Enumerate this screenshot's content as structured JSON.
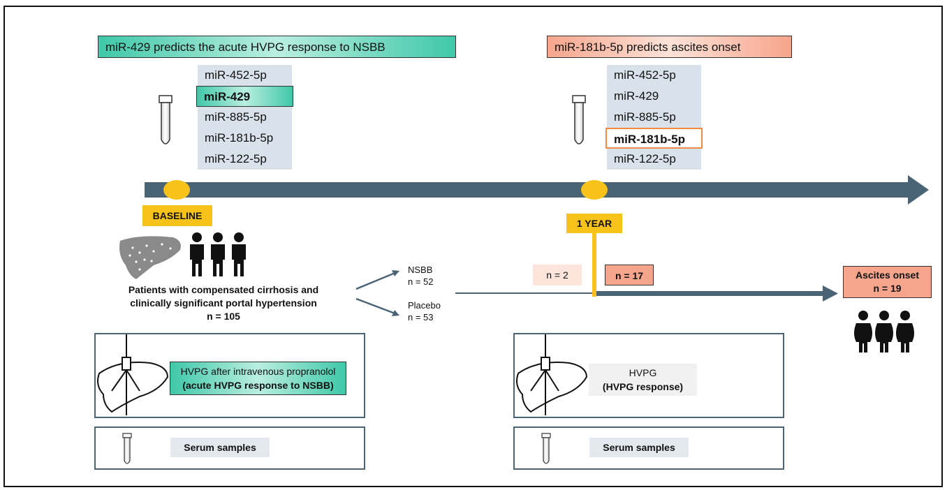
{
  "banners": {
    "left": "miR-429 predicts the acute HVPG response to NSBB",
    "right": "miR-181b-5p predicts ascites onset"
  },
  "mirnas_left": [
    "miR-452-5p",
    "miR-429",
    "miR-885-5p",
    "miR-181b-5p",
    "miR-122-5p"
  ],
  "mirnas_right": [
    "miR-452-5p",
    "miR-429",
    "miR-885-5p",
    "miR-181b-5p",
    "miR-122-5p"
  ],
  "timepoints": {
    "baseline": "BASELINE",
    "one_year": "1 YEAR"
  },
  "patients": {
    "line1": "Patients with compensated cirrhosis and",
    "line2": "clinically significant portal hypertension",
    "n": "n = 105"
  },
  "arms": {
    "nsbb_label": "NSBB",
    "nsbb_n": "n = 52",
    "placebo_label": "Placebo",
    "placebo_n": "n = 53"
  },
  "counts": {
    "before_year": "n = 2",
    "after_year": "n = 17"
  },
  "ascites": {
    "label": "Ascites onset",
    "n": "n = 19"
  },
  "hvpg_left": {
    "line1": "HVPG after intravenous propranolol",
    "line2": "(acute HVPG response to NSBB)"
  },
  "hvpg_right": {
    "line1": "HVPG",
    "line2": "(HVPG response)"
  },
  "serum": {
    "left": "Serum samples",
    "right": "Serum samples"
  },
  "colors": {
    "timeline": "#4a6375",
    "gold": "#f7c21a",
    "teal": "#3fc8a8",
    "salmon": "#f6a58c",
    "orange_border": "#ee8a45"
  }
}
